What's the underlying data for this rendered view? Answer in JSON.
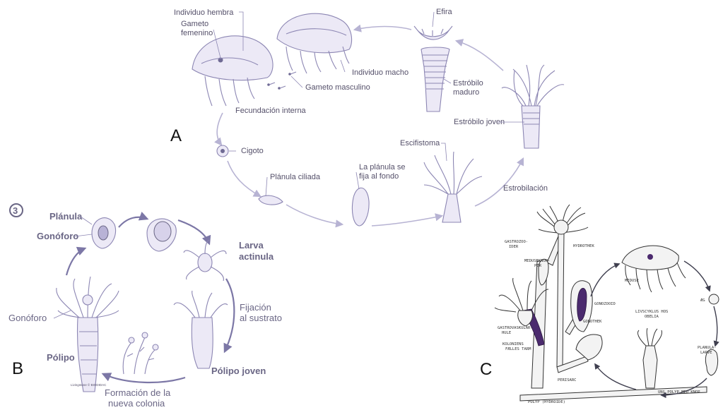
{
  "panel_a": {
    "letter": "A",
    "labels": {
      "female_individual": "Individuo hembra",
      "female_gamete_1": "Gameto",
      "female_gamete_2": "femenino",
      "male_individual": "Individuo macho",
      "male_gamete": "Gameto masculino",
      "internal_fecundation": "Fecundación interna",
      "zygote": "Cigoto",
      "ciliated_planula": "Plánula ciliada",
      "fixed_planula_1": "La plánula se",
      "fixed_planula_2": "fija al fondo",
      "efira": "Efira",
      "mature_strobila_1": "Estróbilo",
      "mature_strobila_2": "maduro",
      "young_strobila": "Estróbilo joven",
      "scyphistoma": "Escifistoma",
      "strobilation": "Estrobilación"
    }
  },
  "panel_b": {
    "letter": "B",
    "number": "3",
    "labels": {
      "planula": "Plánula",
      "gonophore_top": "Gonóforo",
      "actinula_larva_1": "Larva",
      "actinula_larva_2": "actinula",
      "fixation_1": "Fijación",
      "fixation_2": "al sustrato",
      "gonophore_side": "Gonóforo",
      "polyp": "Pólipo",
      "young_polyp": "Pólipo joven",
      "colony_1": "Formación de la",
      "colony_2": "nueva colonia",
      "credit": "Livingstone © BIODIDAC"
    }
  },
  "panel_c": {
    "letter": "C",
    "labels": {
      "gastrozooider_1": "GASTROZOO-",
      "gastrozooider_2": "IDER",
      "hydrothek": "HYDROTHEK",
      "meduseknopper_1": "MEDUSEKNOP-",
      "meduseknopper_2": "PER",
      "meduse": "MEDUSE",
      "egg": "ÆG",
      "gonozooid": "GONOZOOID",
      "lifecycle_1": "LIVSCYKLUS HOS",
      "lifecycle_2": "OBELIA",
      "gonothek": "GONOTHEK",
      "gastrovascular_1": "GASTROVASKULAR-",
      "gastrovascular_2": "HULE",
      "common_gut_1": "KOLONIENS",
      "common_gut_2": "FÆLLES TARM",
      "planula_larva_1": "PLANULA-",
      "planula_larva_2": "LARVE",
      "perisarc": "PERISARC",
      "young_polyp_bud": "UNG POLYP MED KNOP",
      "polyp_hydroide": "POLYP (HYDROIDE)"
    }
  },
  "colors": {
    "panel_a_stroke": "#8c86b3",
    "panel_a_text": "#55506a",
    "panel_b_text": "#6a6685",
    "panel_c_accent": "#4b2a6e"
  }
}
